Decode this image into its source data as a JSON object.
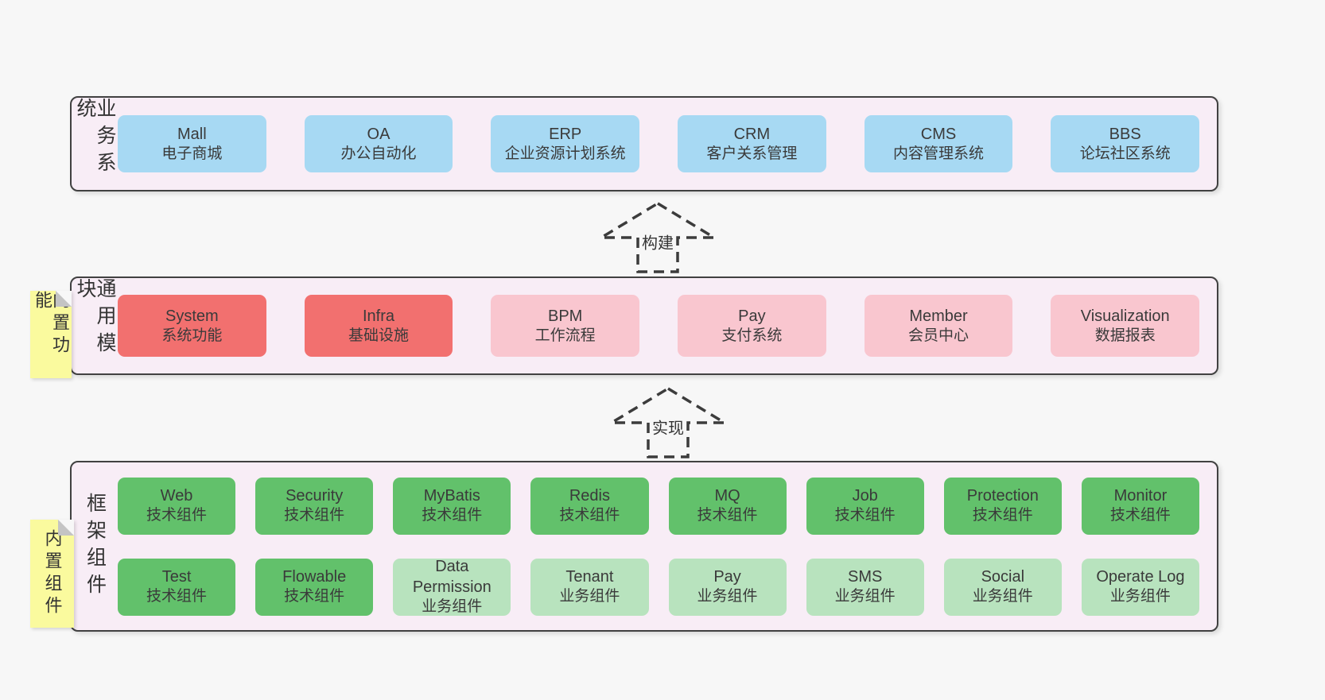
{
  "colors": {
    "page_bg": "#f7f7f7",
    "band_bg": "#f8edf6",
    "band_border": "#414141",
    "box_blue": "#a7d9f3",
    "box_red": "#f2706f",
    "box_pink": "#f9c6cf",
    "box_green_dark": "#62c16b",
    "box_green_light": "#b8e3be",
    "sticky_yellow": "#fafa9e",
    "text": "#3a3a3a"
  },
  "bands": [
    {
      "label": "业务系统",
      "boxes": [
        {
          "title": "Mall",
          "subtitle": "电子商城"
        },
        {
          "title": "OA",
          "subtitle": "办公自动化"
        },
        {
          "title": "ERP",
          "subtitle": "企业资源计划系统"
        },
        {
          "title": "CRM",
          "subtitle": "客户关系管理"
        },
        {
          "title": "CMS",
          "subtitle": "内容管理系统"
        },
        {
          "title": "BBS",
          "subtitle": "论坛社区系统"
        }
      ]
    },
    {
      "label": "通用模块",
      "sticky": "内置功能",
      "boxes": [
        {
          "title": "System",
          "subtitle": "系统功能"
        },
        {
          "title": "Infra",
          "subtitle": "基础设施"
        },
        {
          "title": "BPM",
          "subtitle": "工作流程"
        },
        {
          "title": "Pay",
          "subtitle": "支付系统"
        },
        {
          "title": "Member",
          "subtitle": "会员中心"
        },
        {
          "title": "Visualization",
          "subtitle": "数据报表"
        }
      ]
    },
    {
      "label": "框架组件",
      "sticky": "内置组件",
      "rows": [
        [
          {
            "title": "Web",
            "subtitle": "技术组件"
          },
          {
            "title": "Security",
            "subtitle": "技术组件"
          },
          {
            "title": "MyBatis",
            "subtitle": "技术组件"
          },
          {
            "title": "Redis",
            "subtitle": "技术组件"
          },
          {
            "title": "MQ",
            "subtitle": "技术组件"
          },
          {
            "title": "Job",
            "subtitle": "技术组件"
          },
          {
            "title": "Protection",
            "subtitle": "技术组件"
          },
          {
            "title": "Monitor",
            "subtitle": "技术组件"
          }
        ],
        [
          {
            "title": "Test",
            "subtitle": "技术组件"
          },
          {
            "title": "Flowable",
            "subtitle": "技术组件"
          },
          {
            "title": "Data Permission",
            "subtitle": "业务组件"
          },
          {
            "title": "Tenant",
            "subtitle": "业务组件"
          },
          {
            "title": "Pay",
            "subtitle": "业务组件"
          },
          {
            "title": "SMS",
            "subtitle": "业务组件"
          },
          {
            "title": "Social",
            "subtitle": "业务组件"
          },
          {
            "title": "Operate Log",
            "subtitle": "业务组件"
          }
        ]
      ]
    }
  ],
  "arrows": [
    {
      "label": "构建"
    },
    {
      "label": "实现"
    }
  ]
}
